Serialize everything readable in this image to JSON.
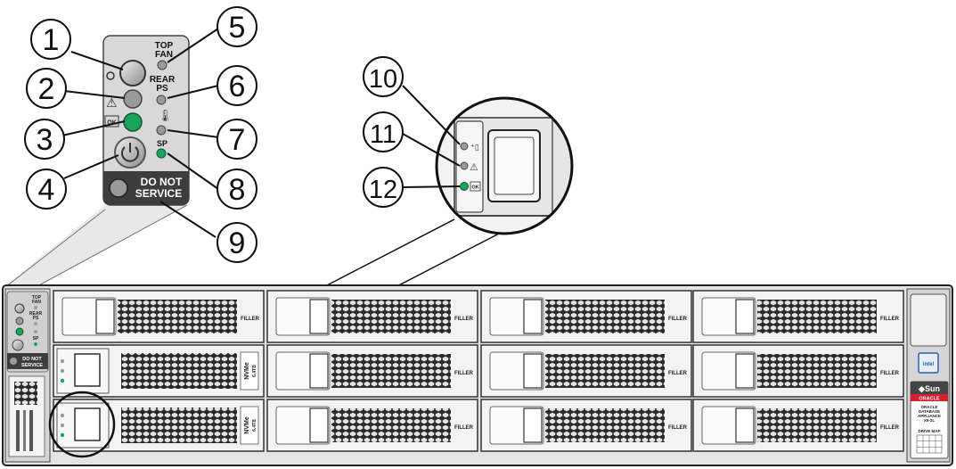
{
  "callouts": [
    "1",
    "2",
    "3",
    "4",
    "5",
    "6",
    "7",
    "8",
    "9",
    "10",
    "11",
    "12"
  ],
  "panel": {
    "top_fan_line1": "TOP",
    "top_fan_line2": "FAN",
    "rear_ps_line1": "REAR",
    "rear_ps_line2": "PS",
    "sp_label": "SP",
    "ok_label": "OK",
    "do_not_line1": "DO NOT",
    "do_not_line2": "SERVICE"
  },
  "drive_inset": {
    "ok_label": "OK"
  },
  "chassis": {
    "mini_top_fan_line1": "TOP",
    "mini_top_fan_line2": "FAN",
    "mini_rear_ps_line1": "REAR",
    "mini_rear_ps_line2": "PS",
    "mini_sp": "SP",
    "mini_do_not_line1": "DO NOT",
    "mini_do_not_line2": "SERVICE",
    "filler_label": "FILLER",
    "nvme_label": "NVMe",
    "nvme_capacity": "6.4TB",
    "sun_brand": "◆Sun",
    "oracle_brand": "ORACLE",
    "model_line1": "ORACLE",
    "model_line2": "DATABASE",
    "model_line3": "APPLIANCE",
    "model_line4": "X9-2L",
    "drive_map_label": "DRIVE MAP",
    "intel_label": "intel"
  },
  "colors": {
    "led_green": "#1aa35a",
    "led_gray": "#9a9a9a",
    "panel_gray": "#d8d8d8",
    "brand_red": "#d3202a"
  }
}
